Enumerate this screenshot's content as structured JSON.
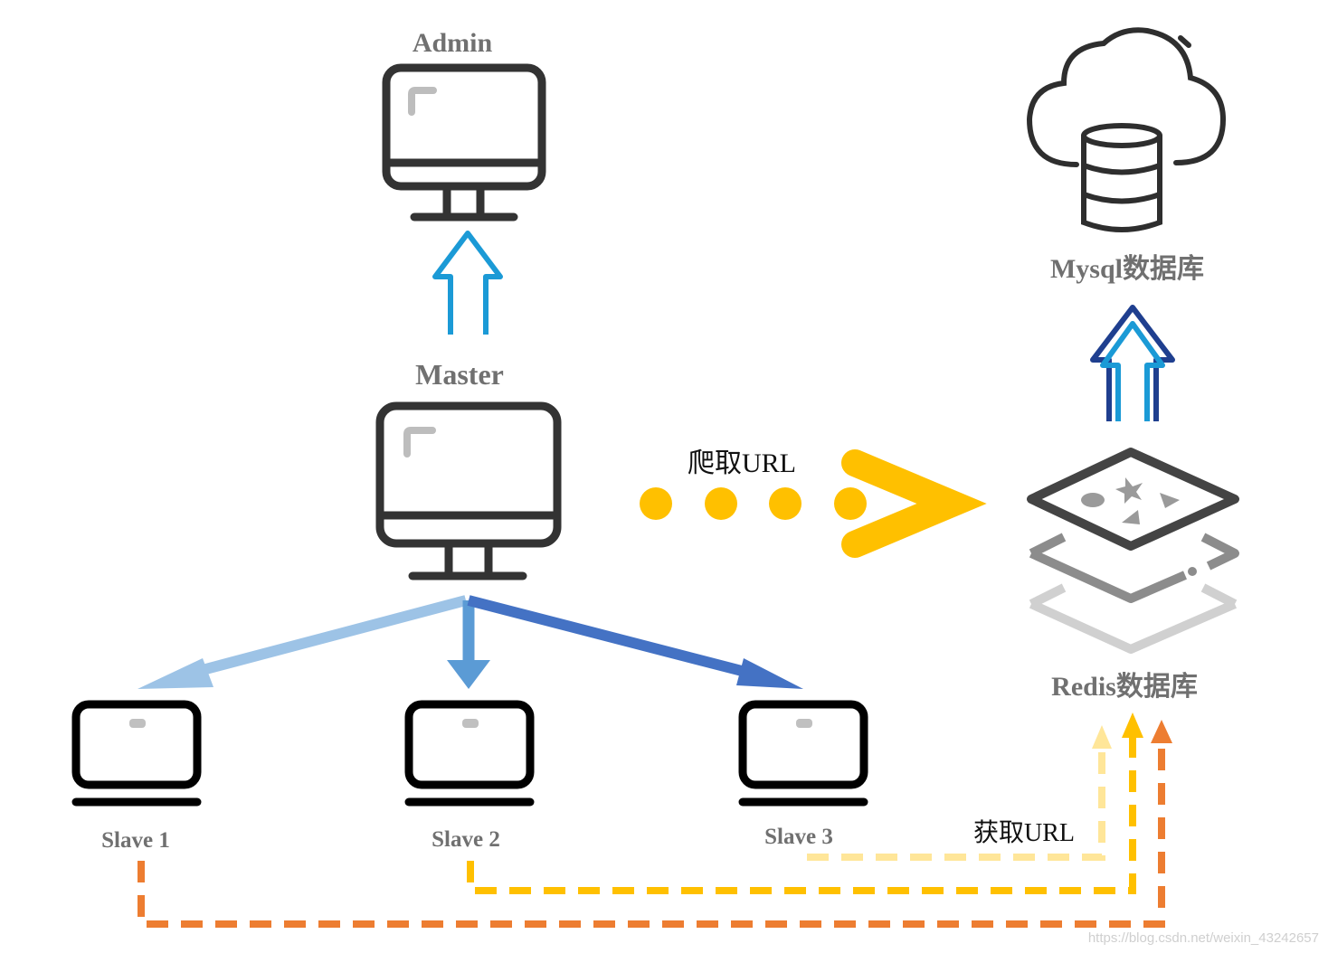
{
  "nodes": {
    "admin": "Admin",
    "master": "Master",
    "slave1": "Slave 1",
    "slave2": "Slave 2",
    "slave3": "Slave 3",
    "mysql": "Mysql数据库",
    "redis": "Redis数据库"
  },
  "edges": {
    "crawl": "爬取URL",
    "fetch": "获取URL"
  },
  "watermark": "https://blog.csdn.net/weixin_43242657",
  "colors": {
    "label_gray": "#707070",
    "icon_dark": "#333333",
    "arrow_cyan": "#1b9ad6",
    "arrow_navy": "#1f3f8f",
    "yellow": "#ffc000",
    "orange": "#ed7d31",
    "light_yellow": "#ffe699",
    "light_blue": "#9dc3e6",
    "mid_blue": "#5b9bd5",
    "dark_blue": "#4472c4"
  }
}
